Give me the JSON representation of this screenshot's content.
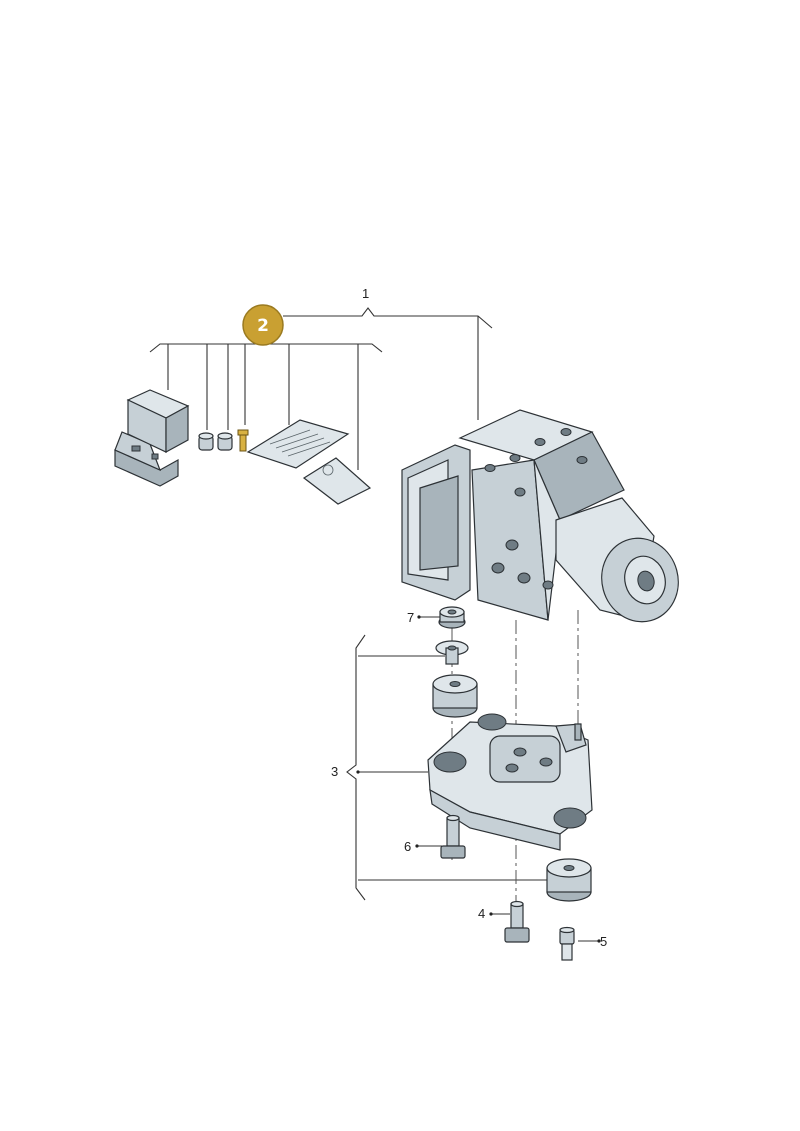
{
  "callouts": {
    "c1": "1",
    "c2": "2",
    "c3": "3",
    "c4": "4",
    "c5": "5",
    "c6": "6",
    "c7": "7"
  },
  "colors": {
    "highlight_badge": "#c9a032",
    "part_fill": "#dfe6ea",
    "outline": "#2d3236"
  },
  "icons": {
    "highlight": "numbered-badge-icon"
  }
}
